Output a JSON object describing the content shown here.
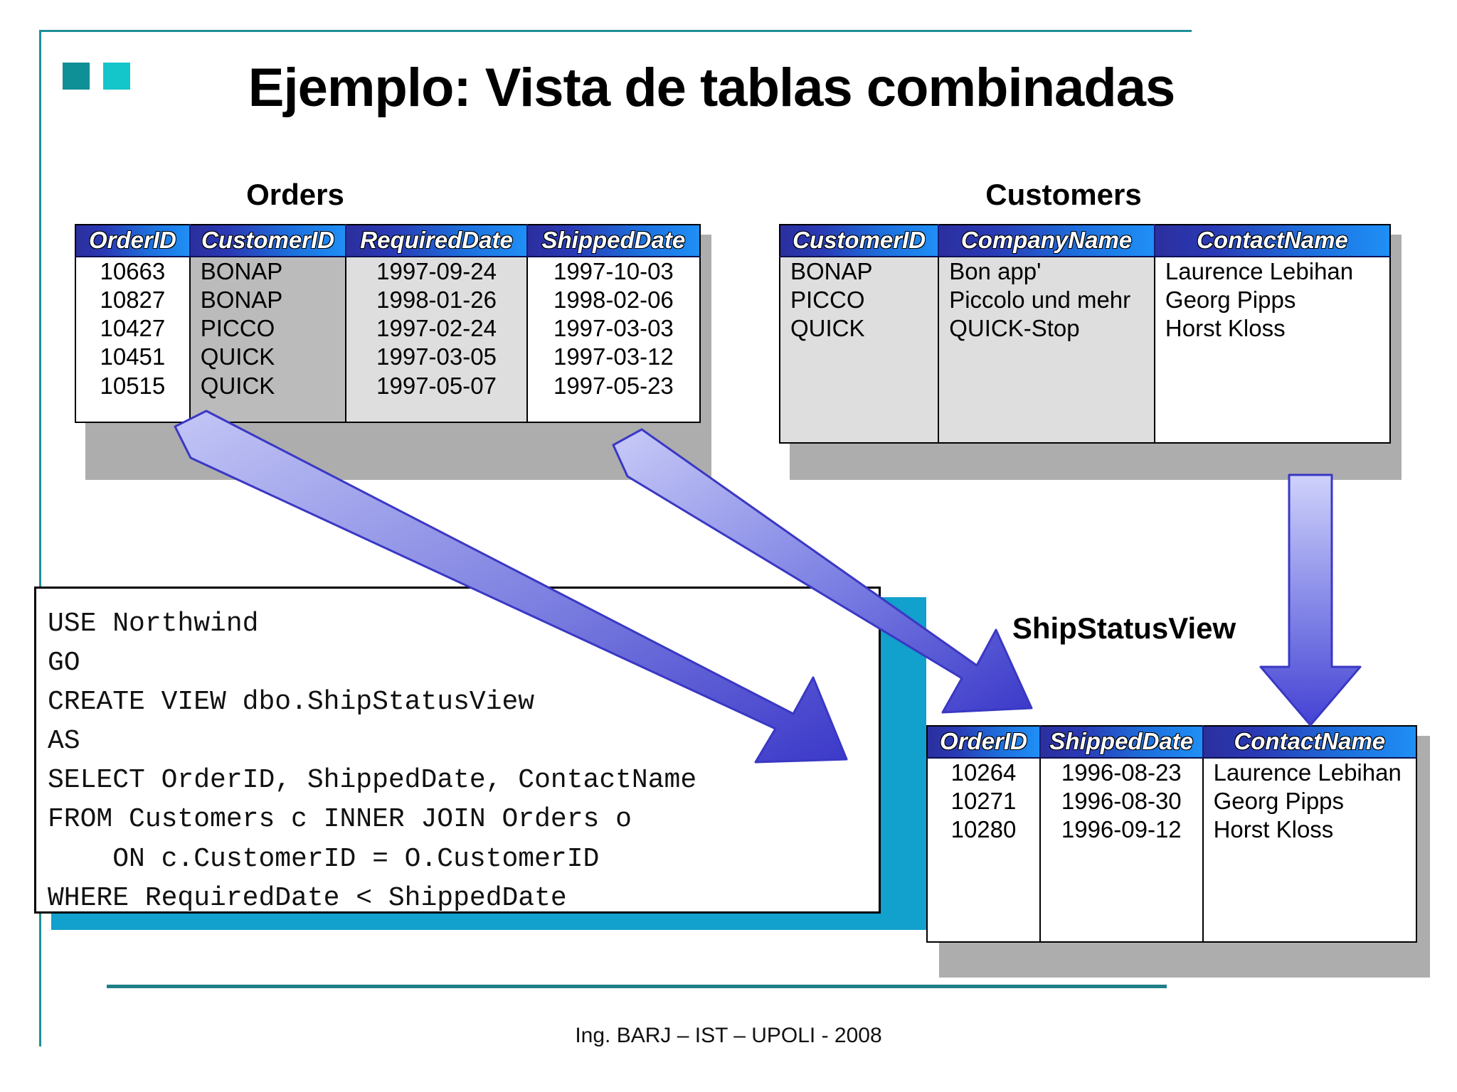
{
  "slide": {
    "title": "Ejemplo: Vista de tablas combinadas",
    "footer": "Ing. BARJ – IST – UPOLI - 2008",
    "accent_color": "#1f8f96",
    "square_dark": "#0f8f96",
    "square_light": "#14c6c9",
    "header_gradient_from": "#2b2f9e",
    "header_gradient_to": "#1f8ff6",
    "arrow_color_from": "#b3b7f0",
    "arrow_color_to": "#4040d0",
    "code_shadow_color": "#12a0cc"
  },
  "orders_table": {
    "caption": "Orders",
    "columns": [
      "OrderID",
      "CustomerID",
      "RequiredDate",
      "ShippedDate"
    ],
    "rows": [
      [
        "10663",
        "BONAP",
        "1997-09-24",
        "1997-10-03"
      ],
      [
        "10827",
        "BONAP",
        "1998-01-26",
        "1998-02-06"
      ],
      [
        "10427",
        "PICCO",
        "1997-02-24",
        "1997-03-03"
      ],
      [
        "10451",
        "QUICK",
        "1997-03-05",
        "1997-03-12"
      ],
      [
        "10515",
        "QUICK",
        "1997-05-07",
        "1997-05-23"
      ]
    ]
  },
  "customers_table": {
    "caption": "Customers",
    "columns": [
      "CustomerID",
      "CompanyName",
      "ContactName"
    ],
    "rows": [
      [
        "BONAP",
        "Bon app'",
        "Laurence Lebihan"
      ],
      [
        "PICCO",
        "Piccolo und mehr",
        "Georg Pipps"
      ],
      [
        "QUICK",
        "QUICK-Stop",
        "Horst Kloss"
      ]
    ]
  },
  "view_table": {
    "caption": "ShipStatusView",
    "columns": [
      "OrderID",
      "ShippedDate",
      "ContactName"
    ],
    "rows": [
      [
        "10264",
        "1996-08-23",
        "Laurence Lebihan"
      ],
      [
        "10271",
        "1996-08-30",
        "Georg Pipps"
      ],
      [
        "10280",
        "1996-09-12",
        "Horst Kloss"
      ]
    ]
  },
  "code_block": {
    "sql": "USE Northwind\nGO\nCREATE VIEW dbo.ShipStatusView\nAS\nSELECT OrderID, ShippedDate, ContactName\nFROM Customers c INNER JOIN Orders o\n    ON c.CustomerID = O.CustomerID\nWHERE RequiredDate < ShippedDate"
  }
}
